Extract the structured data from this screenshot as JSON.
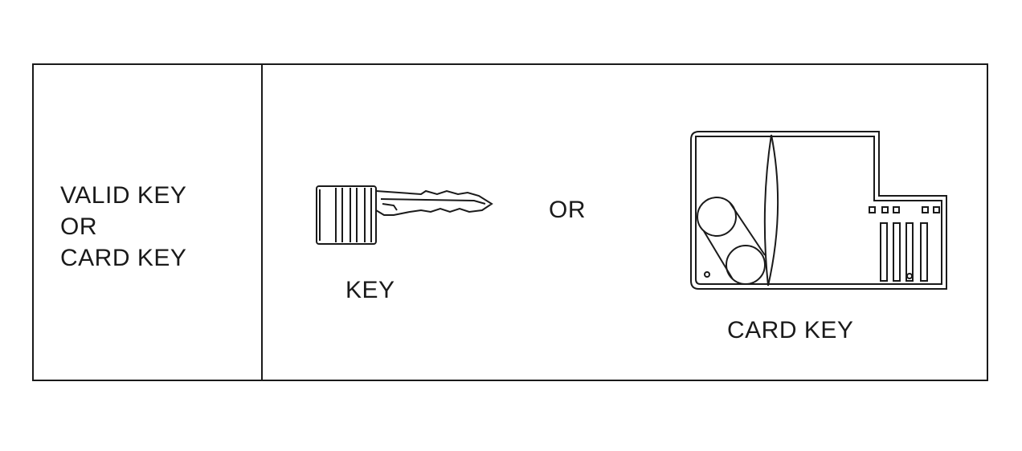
{
  "condition": {
    "lines": [
      "VALID KEY",
      "OR",
      "CARD KEY"
    ]
  },
  "illustrations": {
    "key_label": "KEY",
    "or_label": "OR",
    "card_key_label": "CARD KEY"
  }
}
